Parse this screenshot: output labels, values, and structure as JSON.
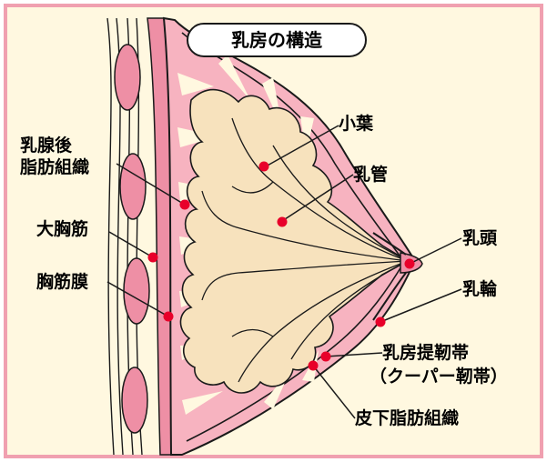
{
  "title": "乳房の構造",
  "labels": {
    "nyusen_kou_line1": "乳腺後",
    "nyusen_kou_line2": "脂肪組織",
    "daikyoukin": "大胸筋",
    "kyoukinmaku": "胸筋膜",
    "shouyou": "小葉",
    "nyukan": "乳管",
    "nyutou": "乳頭",
    "nyurin": "乳輪",
    "cooper_line1": "乳房提靭帯",
    "cooper_line2": "（クーパー靭帯）",
    "hika_shibou": "皮下脂肪組織"
  },
  "colors": {
    "frame_border": "#f0a0b0",
    "background": "#fff8e0",
    "pink_tissue": "#f7b3c0",
    "muscle_pink": "#ee8fa5",
    "gland": "#f7e2bd",
    "marker_red": "#e8002a",
    "outline": "#1a1a1a"
  }
}
